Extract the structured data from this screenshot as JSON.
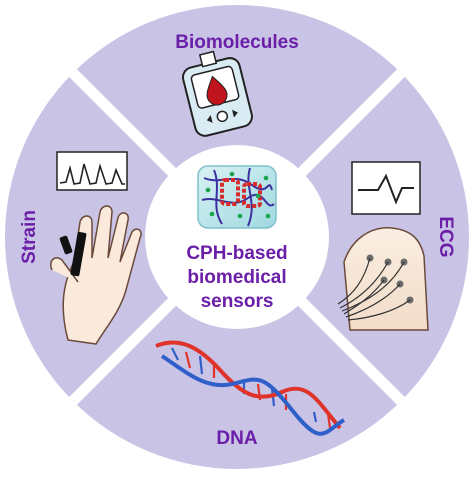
{
  "colors": {
    "ring": "#c9c3e6",
    "divider": "#ffffff",
    "label": "#6b1fa8",
    "center_text": "#6b1fa8",
    "center_bg": "#ffffff",
    "dna_red": "#e0332a",
    "dna_blue": "#2f5fc8"
  },
  "segments": {
    "top": {
      "label": "Biomolecules",
      "icon": "glucose-meter-icon"
    },
    "left": {
      "label": "Strain",
      "icon": "hand-strain-sensor-icon"
    },
    "right": {
      "label": "ECG",
      "icon": "chest-electrodes-icon"
    },
    "bottom": {
      "label": "DNA",
      "icon": "dna-helix-icon"
    }
  },
  "center": {
    "icon": "hydrogel-cube-icon",
    "lines": [
      "CPH-based",
      "biomedical",
      "sensors"
    ]
  }
}
